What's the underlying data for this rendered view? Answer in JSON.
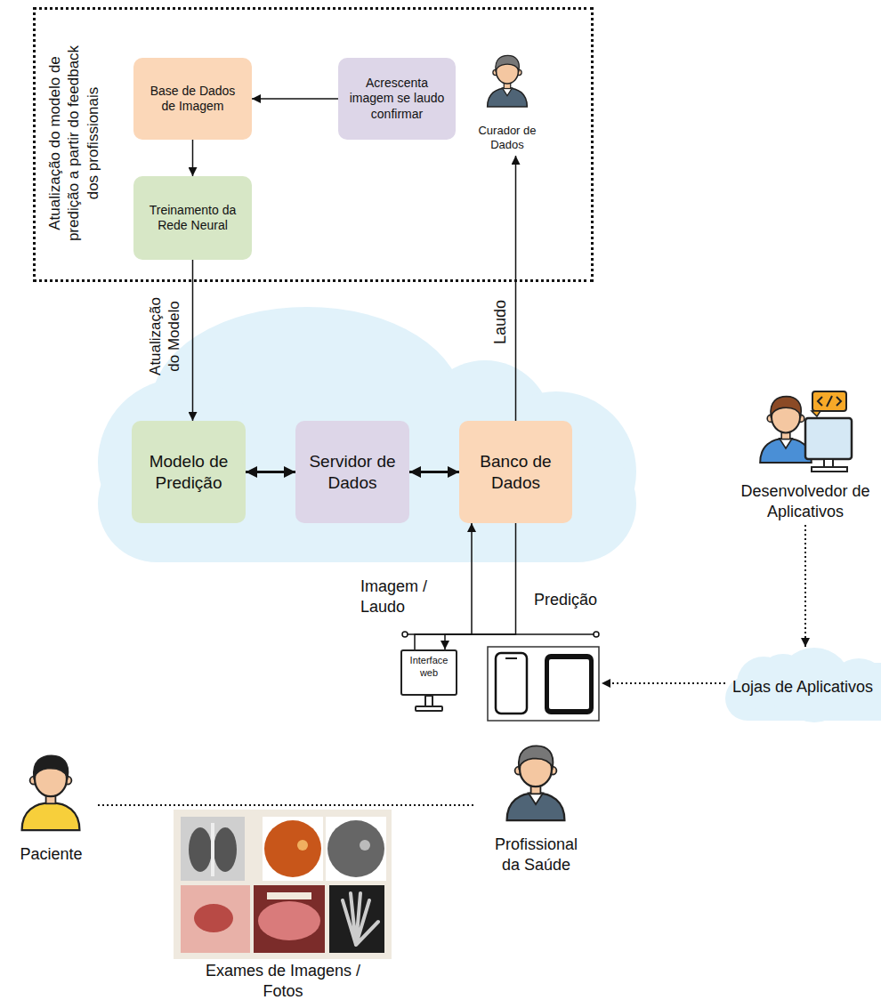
{
  "diagram": {
    "nodes": [
      {
        "text": [
          "Atualização do modelo de predição a partir do feedback dos profissionais"
        ]
      },
      {
        "text": [
          "Base de Dados de Imagem"
        ],
        "in": 0
      },
      {
        "text": [
          "Acrescenta imagem se laudo confirmar"
        ],
        "in": 0
      },
      {
        "text": [
          "Curador de Dados"
        ],
        "in": 0
      },
      {
        "text": [
          "Treinamento da Rede Neural"
        ],
        "in": 0
      },
      {
        "text": [
          "Modelo de Predição"
        ]
      },
      {
        "text": [
          "Servidor de Dados"
        ]
      },
      {
        "text": [
          "Banco de Dados"
        ]
      },
      {
        "text": [
          "Desenvolvedor de Aplicativos"
        ]
      },
      {
        "text": [
          "Interface web"
        ]
      },
      {
        "text": [
          "Lojas de Aplicativos"
        ]
      },
      {
        "text": [
          "Paciente"
        ]
      },
      {
        "text": [
          "Profissional da Saúde"
        ]
      }
    ],
    "edges": [
      {
        "from": 2,
        "to": 1,
        "arrow": "to"
      },
      {
        "from": 1,
        "to": 4,
        "arrow": "to"
      },
      {
        "from": 4,
        "to": 5,
        "label": "Atualização do Modelo",
        "arrow": "to"
      },
      {
        "from": 5,
        "to": 6,
        "arrow": "both"
      },
      {
        "from": 6,
        "to": 7,
        "arrow": "both"
      },
      {
        "from": 7,
        "to": 3,
        "label": "Laudo",
        "arrow": "to"
      },
      {
        "from": 9,
        "to": 7,
        "label": "Imagem / Laudo",
        "arrow": "to"
      },
      {
        "from": 7,
        "to": 9,
        "label": "Predição",
        "arrow": "to"
      },
      {
        "from": 8,
        "to": 10,
        "arrow": "to"
      },
      {
        "from": 11,
        "to": 12,
        "arrow": "none"
      }
    ],
    "labels": [
      "Exames de Imagens / Fotos"
    ]
  }
}
